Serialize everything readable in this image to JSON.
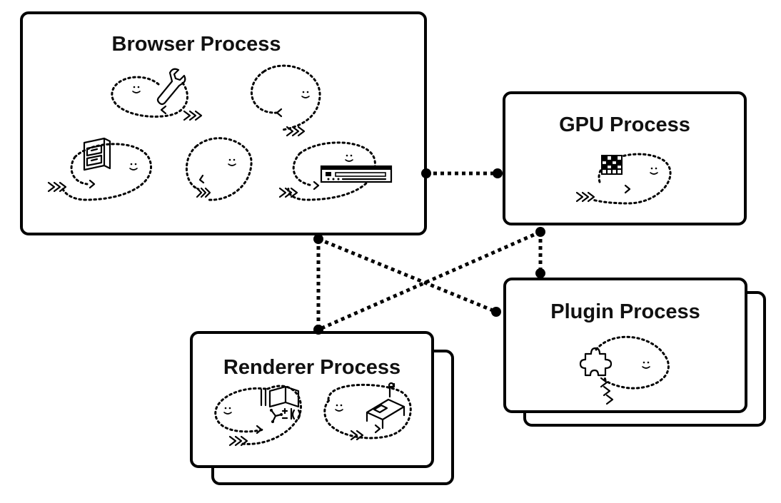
{
  "processes": {
    "browser": {
      "title": "Browser Process"
    },
    "gpu": {
      "title": "GPU Process"
    },
    "plugin": {
      "title": "Plugin Process"
    },
    "renderer": {
      "title": "Renderer Process"
    }
  },
  "connections": [
    {
      "from": "browser",
      "to": "gpu"
    },
    {
      "from": "browser",
      "to": "renderer"
    },
    {
      "from": "browser",
      "to": "plugin"
    },
    {
      "from": "gpu",
      "to": "renderer"
    },
    {
      "from": "gpu",
      "to": "plugin"
    }
  ],
  "icons": {
    "browser": [
      "wrench-icon",
      "file-cabinet-icon",
      "toolbar-icon"
    ],
    "gpu": [
      "pixel-grid-icon"
    ],
    "plugin": [
      "puzzle-piece-icon"
    ],
    "renderer": [
      "book-and-tools-icon",
      "formula-icon",
      "desk-icon"
    ]
  },
  "style": {
    "stroke": "#000000",
    "background": "#ffffff"
  }
}
